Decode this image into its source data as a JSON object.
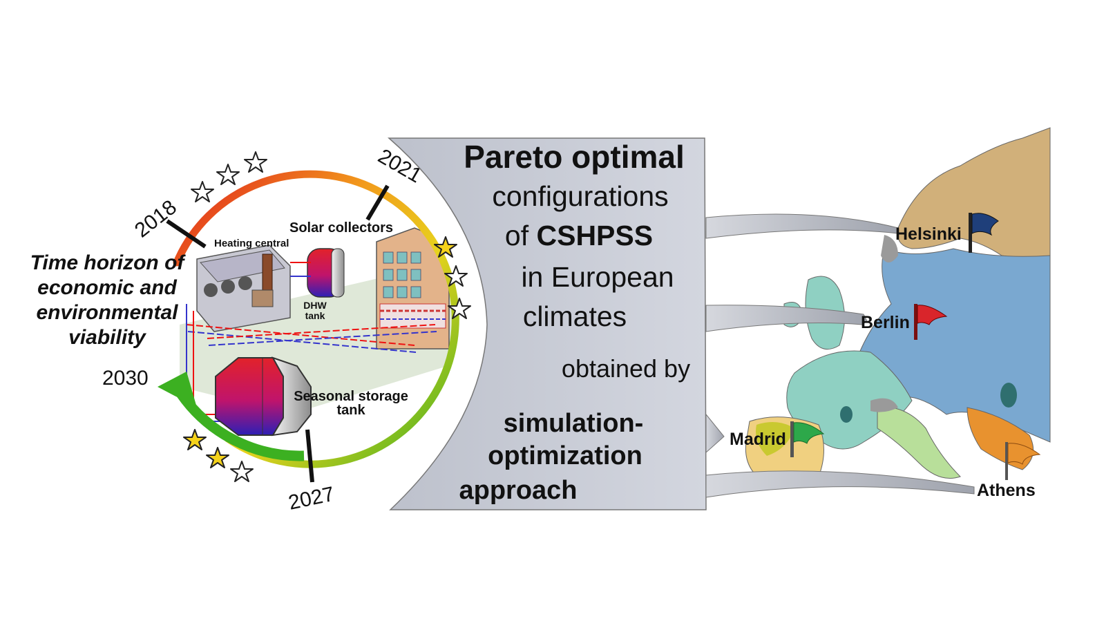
{
  "left": {
    "heading_lines": [
      "Time horizon of",
      "economic and",
      "environmental",
      "viability"
    ],
    "years": {
      "y2018": "2018",
      "y2021": "2021",
      "y2027": "2027",
      "y2030": "2030"
    },
    "labels": {
      "heating_central": "Heating central",
      "solar_collectors": "Solar collectors",
      "dhw_line1": "DHW",
      "dhw_line2": "tank",
      "seasonal_line1": "Seasonal storage",
      "seasonal_line2": "tank"
    },
    "stars": {
      "filled": 3,
      "total": 9
    }
  },
  "center": {
    "line1": "Pareto optimal",
    "line2": "configurations",
    "line3_a": "of ",
    "line3_b": "CSHPSS",
    "line4": "in European",
    "line5": "climates",
    "line6": "obtained by",
    "line7": "simulation-",
    "line8": "optimization",
    "line9": "approach"
  },
  "map": {
    "cities": [
      {
        "name": "Helsinki",
        "flag_color": "#1f3f7a"
      },
      {
        "name": "Berlin",
        "flag_color": "#d9252b"
      },
      {
        "name": "Madrid",
        "flag_color": "#2da84a"
      },
      {
        "name": "Athens",
        "flag_color": "#e8922f"
      }
    ]
  },
  "colors": {
    "ring_start": "#e01e1e",
    "ring_mid": "#f29a1c",
    "ring_end": "#3cb021",
    "panel": "#c9ccd6",
    "map_cold": "#7aa8d0",
    "map_north": "#d1b07a",
    "map_temperate": "#8fd0c2"
  }
}
